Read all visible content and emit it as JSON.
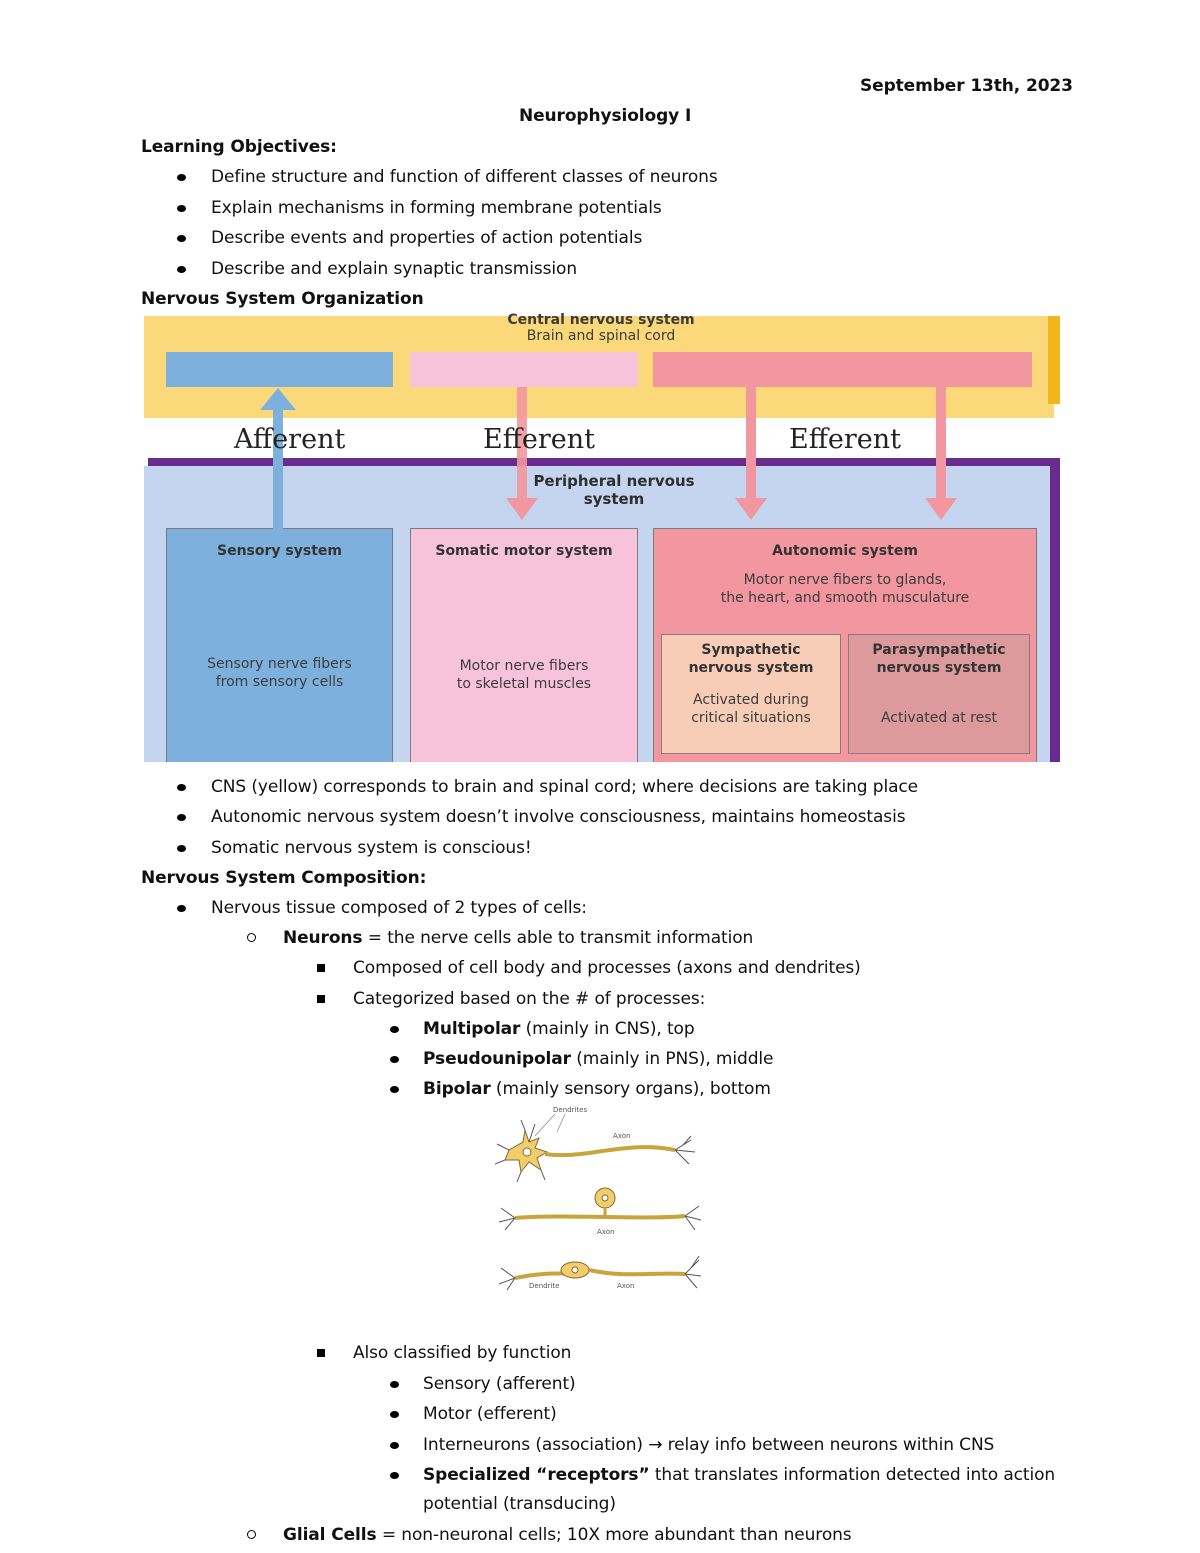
{
  "header": {
    "date": "September 13th, 2023",
    "title": "Neurophysiology I"
  },
  "objectives": {
    "heading": "Learning Objectives:",
    "items": [
      "Define structure and function of different classes of neurons",
      "Explain mechanisms in forming membrane potentials",
      "Describe events and properties of action potentials",
      "Describe and explain synaptic transmission"
    ]
  },
  "organization": {
    "heading": "Nervous System Organization",
    "diagram": {
      "cns_title": "Central nervous system",
      "cns_subtitle": "Brain and spinal cord",
      "afferent": "Afferent",
      "efferent_1": "Efferent",
      "efferent_2": "Efferent",
      "pns_title": "Peripheral nervous system",
      "sensory": {
        "title": "Sensory system",
        "desc": "Sensory nerve fibers\nfrom sensory cells"
      },
      "somatic": {
        "title": "Somatic motor system",
        "desc": "Motor nerve fibers\nto skeletal muscles"
      },
      "autonomic": {
        "title": "Autonomic system",
        "desc": "Motor nerve fibers to glands,\nthe heart, and smooth musculature"
      },
      "sympathetic": {
        "title": "Sympathetic\nnervous system",
        "desc": "Activated during\ncritical situations"
      },
      "parasympathetic": {
        "title": "Parasympathetic\nnervous system",
        "desc": "Activated at rest"
      },
      "colors": {
        "cns": "#fbd97a",
        "sensory": "#7eb0dd",
        "somatic": "#f6c3da",
        "autonomic": "#f2979f",
        "sympathetic": "#f8cdb8",
        "parasympathetic": "#dc9a9c",
        "pns": "#c5d5ef",
        "pns_border": "#6a2b8e"
      }
    },
    "notes": [
      "CNS (yellow) corresponds to brain and spinal cord; where decisions are taking place",
      "Autonomic nervous system doesn’t involve consciousness, maintains homeostasis",
      "Somatic nervous system is conscious!"
    ]
  },
  "composition": {
    "heading": "Nervous System Composition:",
    "tissue": "Nervous tissue composed of 2 types of cells:",
    "neurons_term": "Neurons",
    "neurons_def": " = the nerve cells able to transmit information",
    "composed": "Composed of cell body and processes (axons and dendrites)",
    "categorized": "Categorized based on the # of processes:",
    "types": [
      {
        "term": "Multipolar",
        "rest": " (mainly in CNS), top"
      },
      {
        "term": "Pseudounipolar",
        "rest": " (mainly in PNS), middle"
      },
      {
        "term": "Bipolar",
        "rest": " (mainly sensory organs), bottom"
      }
    ],
    "figure_labels": {
      "dendrites": "Dendrites",
      "axon_1": "Axon",
      "axon_2": "Axon",
      "dendrite": "Dendrite",
      "axon_3": "Axon"
    },
    "function_heading": "Also classified by function",
    "functions": [
      "Sensory (afferent)",
      "Motor (efferent)",
      "Interneurons (association) → relay info between neurons within CNS"
    ],
    "specialized_term": "Specialized “receptors”",
    "specialized_rest": " that translates information detected into action",
    "specialized_line2": "potential (transducing)",
    "glial_term": "Glial Cells",
    "glial_def": " = non-neuronal cells; 10X more abundant than neurons"
  }
}
